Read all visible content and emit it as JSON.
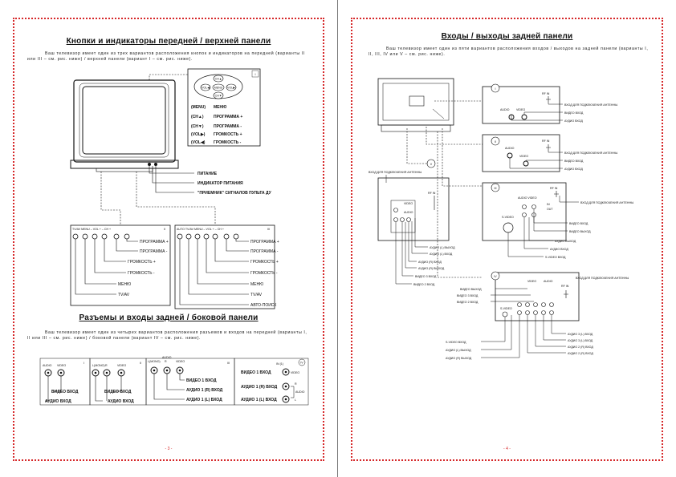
{
  "left_page": {
    "title1": "Кнопки и индикаторы передней / верхней панели",
    "para1": "Ваш телевизор имеет один из трех вариантов расположения кнопок и индикаторов на передней (варианты II или III – см. рис. ниже) / верхней панели (вариант I – см. рис. ниже).",
    "panel_i": {
      "roman": "I",
      "buttons": [
        "CH▲",
        "VOL◀",
        "MENU",
        "VOL▶",
        "CH▼"
      ],
      "rows": [
        {
          "code": "(MENU)",
          "text": "МЕНЮ"
        },
        {
          "code": "(CH▲)",
          "text": "ПРОГРАММА +"
        },
        {
          "code": "(CH▼)",
          "text": "ПРОГРАММА -"
        },
        {
          "code": "(VOL▶)",
          "text": "ГРОМКОСТЬ +"
        },
        {
          "code": "(VOL◀)",
          "text": "ГРОМКОСТЬ -"
        }
      ]
    },
    "front_callouts": [
      "ПИТАНИЕ",
      "ИНДИКАТОР ПИТАНИЯ",
      "\"ПРИЕМНИК\" СИГНАЛОВ ПУЛЬТА ДУ"
    ],
    "panel_ii": {
      "roman": "II",
      "header": "TV/AV  MENU  – VOL +   –  CH  +",
      "labels": [
        "ПРОГРАММА +",
        "ПРОГРАММА -",
        "ГРОМКОСТЬ +",
        "ГРОМКОСТЬ -",
        "МЕНЮ",
        "TV/AV"
      ]
    },
    "panel_iii": {
      "roman": "III",
      "header": "AUTO  TV/AV  MENU  – VOL +   –  CH  +",
      "labels": [
        "ПРОГРАММА +",
        "ПРОГРАММА -",
        "ГРОМКОСТЬ +",
        "ГРОМКОСТЬ -",
        "МЕНЮ",
        "TV/AV",
        "АВТО-ПОИСК"
      ]
    },
    "title2": "Разъемы и входы задней / боковой панели",
    "para2": "Ваш телевизор имеет один из четырех вариантов расположения разъемов и входов на передней (варианты I, II или III – см. рис. ниже) / боковой панели (вариант IV – см. рис. ниже).",
    "jack_variants": [
      {
        "roman": "I",
        "tops": [
          "AUDIO",
          "VIDEO"
        ],
        "bottoms": [
          "ВИДЕО ВХОД",
          "АУДИО ВХОД"
        ]
      },
      {
        "roman": "II",
        "tops": [
          "L(MONO)",
          "R",
          "VIDEO"
        ],
        "bottoms": [
          "ВИДЕО ВХОД",
          "АУДИО ВХОД"
        ]
      },
      {
        "roman": "III",
        "tops": [
          "L(MONO)",
          "AUDIO",
          "R",
          "VIDEO"
        ],
        "bottoms": [
          "ВИДЕО 1 ВХОД",
          "АУДИО 1 (R) ВХОД",
          "АУДИО 1 (L) ВХОД"
        ]
      },
      {
        "roman": "IV",
        "tops": [
          "IN (1)"
        ],
        "bottoms": [
          "ВИДЕО 1 ВХОД",
          "АУДИО 1 (R) ВХОД",
          "АУДИО 1 (L) ВХОД"
        ],
        "side": [
          "VIDEO",
          "R",
          "AUDIO",
          "L"
        ]
      }
    ],
    "page_number": "- 3 -"
  },
  "right_page": {
    "title": "Входы / выходы задней панели",
    "para": "Ваш телевизор имеет один из пяти вариантов расположения входов / выходов на задней панели (варианты I, II, III, IV или V – см. рис. ниже).",
    "variant_i": {
      "roman": "I",
      "tags": [
        "RF IN",
        "AUDIO",
        "VIDEO"
      ],
      "labels": [
        "ВХОД ДЛЯ ПОДКЛЮЧЕНИЯ АНТЕННЫ",
        "ВИДЕО ВХОД",
        "АУДИО ВХОД"
      ]
    },
    "variant_ii": {
      "roman": "II",
      "tags": [
        "RF IN",
        "AUDIO",
        "VIDEO"
      ],
      "labels": [
        "ВХОД ДЛЯ ПОДКЛЮЧЕНИЯ АНТЕННЫ",
        "ВИДЕО ВХОД",
        "АУДИО ВХОД"
      ]
    },
    "variant_iii": {
      "roman": "III",
      "tags": [
        "AUDIO VIDEO",
        "RF IN",
        "S-VIDEO",
        "IN",
        "OUT"
      ],
      "labels": [
        "ВХОД ДЛЯ ПОДКЛЮЧЕНИЯ АНТЕННЫ",
        "ВИДЕО ВХОД",
        "ВИДЕО ВЫХОД",
        "АУДИО ВЫХОД",
        "АУДИО ВХОД",
        "S-VIDEO ВХОД"
      ]
    },
    "variant_iv": {
      "roman": "IV",
      "tags": [
        "RF IN",
        "S-VIDEO",
        "VIDEO",
        "AUDIO"
      ],
      "top_labels": [
        "ВХОД ДЛЯ ПОДКЛЮЧЕНИЯ АНТЕННЫ"
      ],
      "left_labels": [
        "ВИДЕО ВЫХОД",
        "ВИДЕО 3 ВХОД",
        "ВИДЕО 2 ВХОД"
      ],
      "right_labels": [
        "АУДИО 3 (L) ВХОД",
        "АУДИО 3 (L) ВХОД",
        "АУДИО 2 (R) ВХОД",
        "АУДИО 2 (R) ВХОД"
      ],
      "bottom_left_labels": [
        "S-VIDEO ВХОД",
        "АУДИО (L) ВЫХОД",
        "АУДИО (R) ВЫХОД"
      ]
    },
    "variant_v": {
      "roman": "V",
      "tags": [
        "RF IN",
        "VIDEO",
        "AUDIO"
      ],
      "top_label": "ВХОД ДЛЯ ПОДКЛЮЧЕНИЯ АНТЕННЫ",
      "labels": [
        "АУДИО (L) ВЫХОД",
        "АУДИО (L) ВХОД",
        "АУДИО (R) ВХОД",
        "АУДИО (R) ВЫХОД",
        "ВИДЕО 3 ВХОД",
        "ВИДЕО 2 ВХОД"
      ]
    },
    "page_number": "- 4 -"
  }
}
